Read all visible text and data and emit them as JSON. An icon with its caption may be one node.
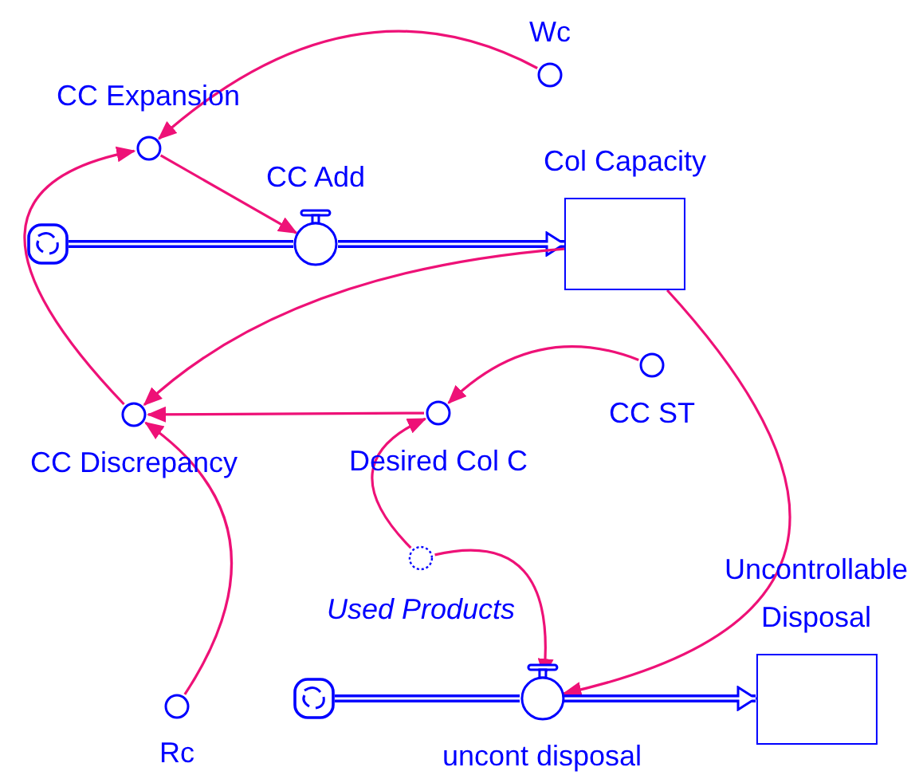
{
  "diagram": {
    "nodes": [
      {
        "text": [
          "CC Expansion"
        ]
      },
      {
        "text": [
          "Wc"
        ]
      },
      {
        "text": [
          "CC Add"
        ]
      },
      {
        "text": [
          "Col Capacity"
        ]
      },
      {
        "text": [],
        "shape": "cloud"
      },
      {
        "text": [
          "CC Discrepancy"
        ]
      },
      {
        "text": [
          "Desired Col C"
        ]
      },
      {
        "text": [
          "CC ST"
        ]
      },
      {
        "text": [
          "Used Products"
        ]
      },
      {
        "text": [
          "Rc"
        ]
      },
      {
        "text": [],
        "shape": "cloud"
      },
      {
        "text": [
          "uncont disposal"
        ]
      },
      {
        "text": [
          "Uncontrollable Disposal"
        ]
      }
    ],
    "edges": [
      {
        "from": 1,
        "to": 0,
        "arrow": "to"
      },
      {
        "from": 5,
        "to": 0,
        "arrow": "to"
      },
      {
        "from": 0,
        "to": 2,
        "arrow": "to"
      },
      {
        "from": 4,
        "to": 2,
        "arrow": "none",
        "style": "thick",
        "color": "#0000ff"
      },
      {
        "from": 2,
        "to": 3,
        "arrow": "to",
        "style": "thick",
        "color": "#0000ff"
      },
      {
        "from": 3,
        "to": 5,
        "arrow": "to"
      },
      {
        "from": 6,
        "to": 5,
        "arrow": "to"
      },
      {
        "from": 9,
        "to": 5,
        "arrow": "to"
      },
      {
        "from": 7,
        "to": 6,
        "arrow": "to"
      },
      {
        "from": 8,
        "to": 6,
        "arrow": "to"
      },
      {
        "from": 8,
        "to": 11,
        "arrow": "to"
      },
      {
        "from": 3,
        "to": 11,
        "arrow": "to"
      },
      {
        "from": 10,
        "to": 11,
        "arrow": "none",
        "style": "thick",
        "color": "#0000ff"
      },
      {
        "from": 11,
        "to": 12,
        "arrow": "to",
        "style": "thick",
        "color": "#0000ff"
      }
    ]
  }
}
